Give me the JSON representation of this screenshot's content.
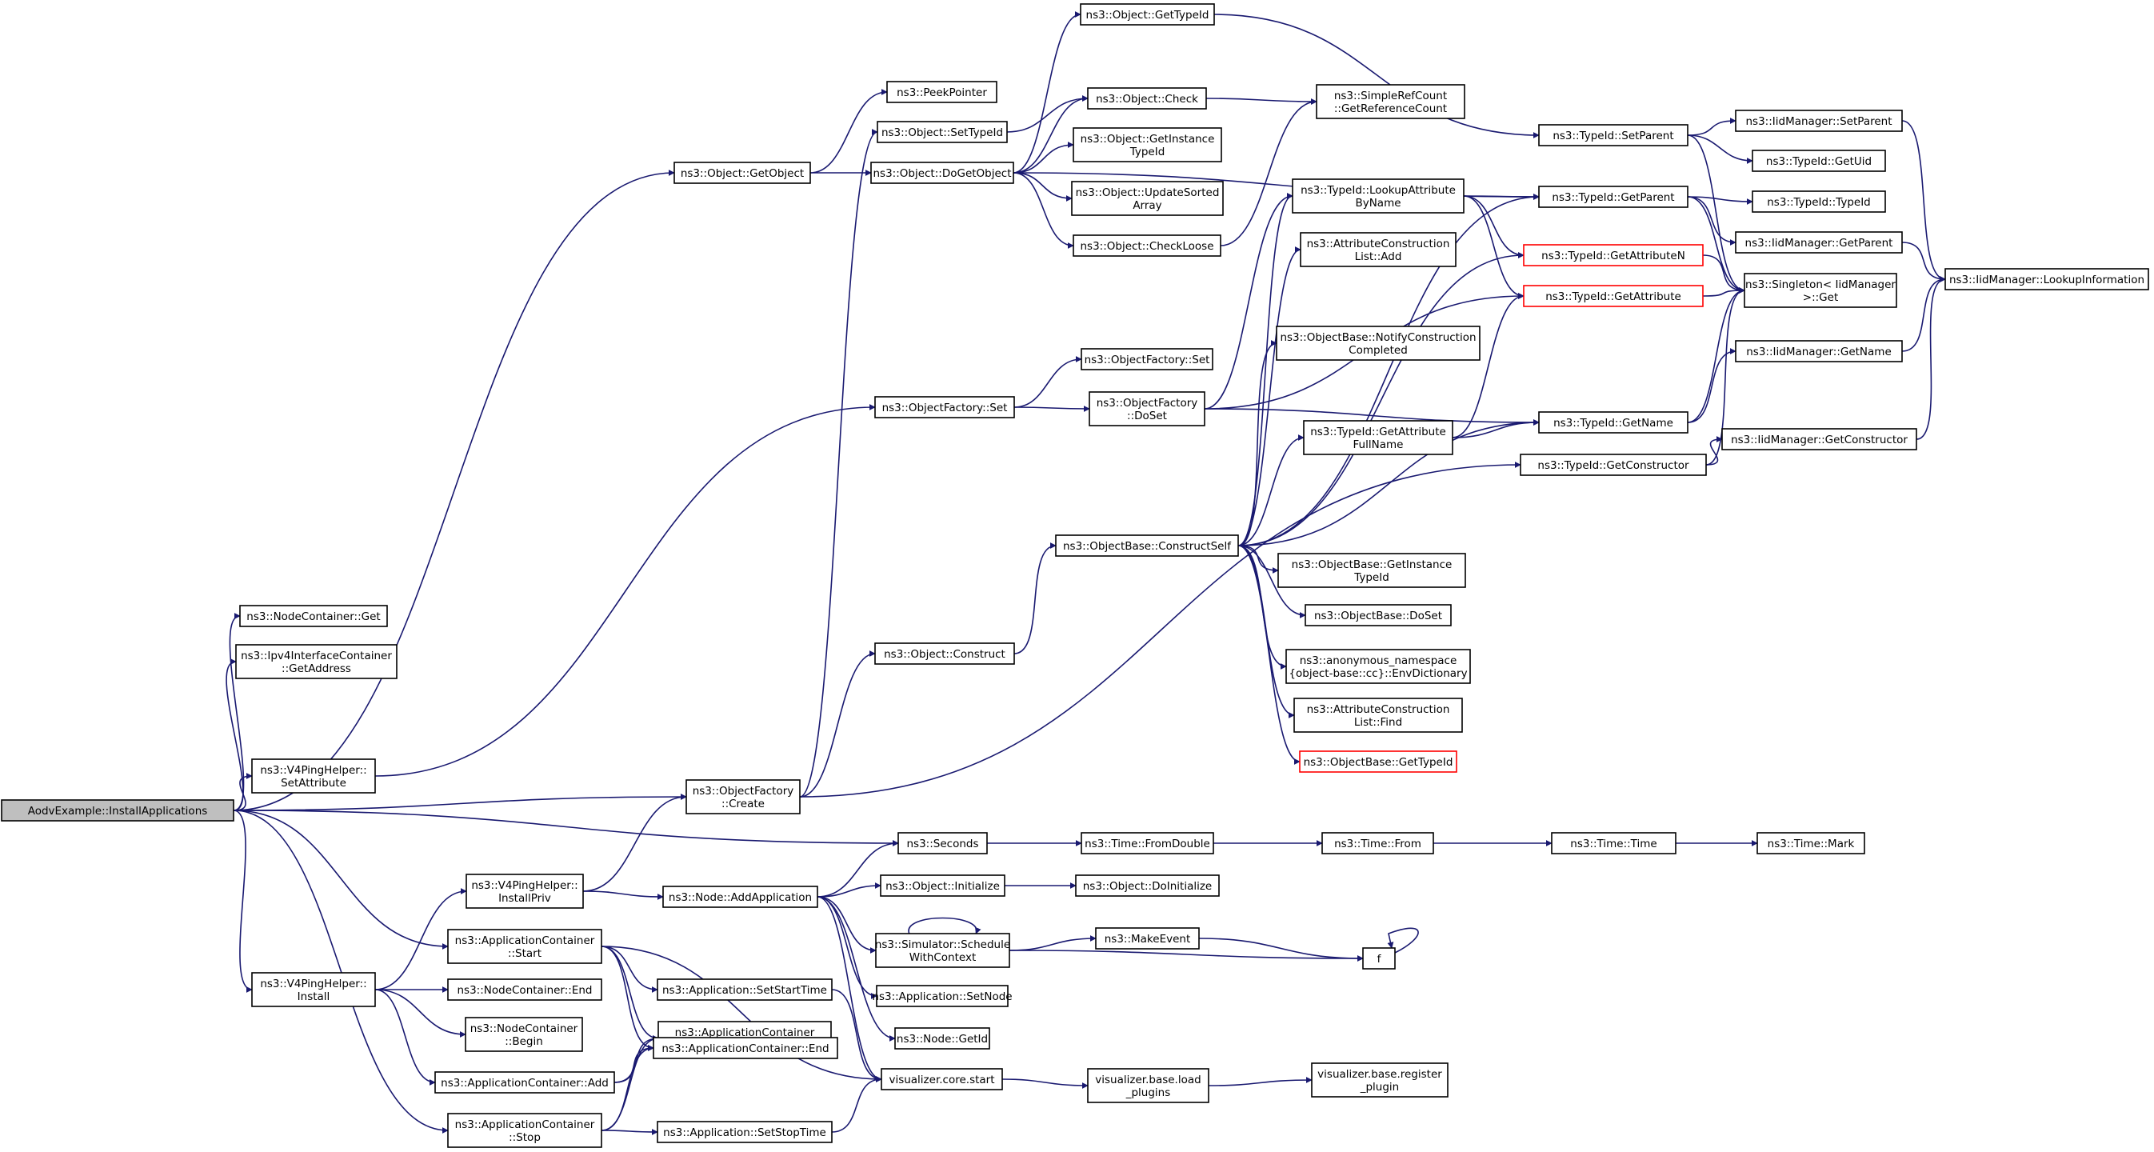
{
  "graph": {
    "edge_color": "#191970",
    "root_fill": "#bfbfbf",
    "truncated_border_color": "#ff0000",
    "nodes": [
      {
        "id": "root",
        "lines": [
          "AodvExample::InstallApplications"
        ],
        "root": true
      },
      {
        "id": "nc_get",
        "lines": [
          "ns3::NodeContainer::Get"
        ]
      },
      {
        "id": "ipv4_getaddr",
        "lines": [
          "ns3::Ipv4InterfaceContainer",
          "::GetAddress"
        ]
      },
      {
        "id": "v4_setattr",
        "lines": [
          "ns3::V4PingHelper::",
          "SetAttribute"
        ]
      },
      {
        "id": "v4_installpriv",
        "lines": [
          "ns3::V4PingHelper::",
          "InstallPriv"
        ]
      },
      {
        "id": "appc_start",
        "lines": [
          "ns3::ApplicationContainer",
          "::Start"
        ]
      },
      {
        "id": "v4_install",
        "lines": [
          "ns3::V4PingHelper::",
          "Install"
        ]
      },
      {
        "id": "nc_end",
        "lines": [
          "ns3::NodeContainer::End"
        ]
      },
      {
        "id": "nc_begin",
        "lines": [
          "ns3::NodeContainer",
          "::Begin"
        ]
      },
      {
        "id": "appc_add",
        "lines": [
          "ns3::ApplicationContainer::Add"
        ]
      },
      {
        "id": "appc_stop",
        "lines": [
          "ns3::ApplicationContainer",
          "::Stop"
        ]
      },
      {
        "id": "obj_getobject",
        "lines": [
          "ns3::Object::GetObject"
        ]
      },
      {
        "id": "peekpointer",
        "lines": [
          "ns3::PeekPointer"
        ]
      },
      {
        "id": "obj_settypeid",
        "lines": [
          "ns3::Object::SetTypeId"
        ]
      },
      {
        "id": "obj_dogetobject",
        "lines": [
          "ns3::Object::DoGetObject"
        ]
      },
      {
        "id": "of_set",
        "lines": [
          "ns3::ObjectFactory::Set"
        ]
      },
      {
        "id": "obj_construct",
        "lines": [
          "ns3::Object::Construct"
        ]
      },
      {
        "id": "of_create",
        "lines": [
          "ns3::ObjectFactory",
          "::Create"
        ]
      },
      {
        "id": "node_addapp",
        "lines": [
          "ns3::Node::AddApplication"
        ]
      },
      {
        "id": "app_setstarttime",
        "lines": [
          "ns3::Application::SetStartTime"
        ]
      },
      {
        "id": "appc_begin",
        "lines": [
          "ns3::ApplicationContainer",
          "::Begin"
        ]
      },
      {
        "id": "appc_end",
        "lines": [
          "ns3::ApplicationContainer::End"
        ]
      },
      {
        "id": "app_setstoptime",
        "lines": [
          "ns3::Application::SetStopTime"
        ]
      },
      {
        "id": "seconds",
        "lines": [
          "ns3::Seconds"
        ]
      },
      {
        "id": "obj_initialize",
        "lines": [
          "ns3::Object::Initialize"
        ]
      },
      {
        "id": "sim_schedulewc",
        "lines": [
          "ns3::Simulator::Schedule",
          "WithContext"
        ]
      },
      {
        "id": "app_setnode",
        "lines": [
          "ns3::Application::SetNode"
        ]
      },
      {
        "id": "node_getid",
        "lines": [
          "ns3::Node::GetId"
        ]
      },
      {
        "id": "vis_start",
        "lines": [
          "visualizer.core.start"
        ]
      },
      {
        "id": "obj_gettypeid",
        "lines": [
          "ns3::Object::GetTypeId"
        ]
      },
      {
        "id": "obj_check",
        "lines": [
          "ns3::Object::Check"
        ]
      },
      {
        "id": "obj_getinstancetypeid",
        "lines": [
          "ns3::Object::GetInstance",
          "TypeId"
        ]
      },
      {
        "id": "obj_updatesorted",
        "lines": [
          "ns3::Object::UpdateSorted",
          "Array"
        ]
      },
      {
        "id": "obj_checkloose",
        "lines": [
          "ns3::Object::CheckLoose"
        ]
      },
      {
        "id": "of_set2",
        "lines": [
          "ns3::ObjectFactory::Set"
        ]
      },
      {
        "id": "of_doset",
        "lines": [
          "ns3::ObjectFactory",
          "::DoSet"
        ]
      },
      {
        "id": "ob_constructself",
        "lines": [
          "ns3::ObjectBase::ConstructSelf"
        ]
      },
      {
        "id": "time_fromdouble",
        "lines": [
          "ns3::Time::FromDouble"
        ]
      },
      {
        "id": "obj_doinitialize",
        "lines": [
          "ns3::Object::DoInitialize"
        ]
      },
      {
        "id": "makeevent",
        "lines": [
          "ns3::MakeEvent"
        ]
      },
      {
        "id": "vis_loadplugins",
        "lines": [
          "visualizer.base.load",
          "_plugins"
        ]
      },
      {
        "id": "src_getrefcount",
        "lines": [
          "ns3::SimpleRefCount",
          "::GetReferenceCount"
        ]
      },
      {
        "id": "tid_lookupattr",
        "lines": [
          "ns3::TypeId::LookupAttribute",
          "ByName"
        ]
      },
      {
        "id": "acl_add",
        "lines": [
          "ns3::AttributeConstruction",
          "List::Add"
        ]
      },
      {
        "id": "ob_notifycc",
        "lines": [
          "ns3::ObjectBase::NotifyConstruction",
          "Completed"
        ]
      },
      {
        "id": "tid_getattrfullname",
        "lines": [
          "ns3::TypeId::GetAttribute",
          "FullName"
        ]
      },
      {
        "id": "ob_getinstancetypeid",
        "lines": [
          "ns3::ObjectBase::GetInstance",
          "TypeId"
        ]
      },
      {
        "id": "ob_doset",
        "lines": [
          "ns3::ObjectBase::DoSet"
        ]
      },
      {
        "id": "anon_envdict",
        "lines": [
          "ns3::anonymous_namespace",
          "{object-base::cc}::EnvDictionary"
        ]
      },
      {
        "id": "acl_find",
        "lines": [
          "ns3::AttributeConstruction",
          "List::Find"
        ]
      },
      {
        "id": "ob_gettypeid",
        "lines": [
          "ns3::ObjectBase::GetTypeId"
        ],
        "truncated": true
      },
      {
        "id": "time_from",
        "lines": [
          "ns3::Time::From"
        ]
      },
      {
        "id": "f",
        "lines": [
          "f"
        ]
      },
      {
        "id": "vis_registerplugin",
        "lines": [
          "visualizer.base.register",
          "_plugin"
        ]
      },
      {
        "id": "tid_setparent",
        "lines": [
          "ns3::TypeId::SetParent"
        ]
      },
      {
        "id": "tid_getparent",
        "lines": [
          "ns3::TypeId::GetParent"
        ]
      },
      {
        "id": "tid_getattributen",
        "lines": [
          "ns3::TypeId::GetAttributeN"
        ],
        "truncated": true
      },
      {
        "id": "tid_getattribute",
        "lines": [
          "ns3::TypeId::GetAttribute"
        ],
        "truncated": true
      },
      {
        "id": "tid_getname",
        "lines": [
          "ns3::TypeId::GetName"
        ]
      },
      {
        "id": "tid_getconstructor",
        "lines": [
          "ns3::TypeId::GetConstructor"
        ]
      },
      {
        "id": "time_time",
        "lines": [
          "ns3::Time::Time"
        ]
      },
      {
        "id": "iid_setparent",
        "lines": [
          "ns3::IidManager::SetParent"
        ]
      },
      {
        "id": "tid_getuid",
        "lines": [
          "ns3::TypeId::GetUid"
        ]
      },
      {
        "id": "tid_typeid",
        "lines": [
          "ns3::TypeId::TypeId"
        ]
      },
      {
        "id": "iid_getparent",
        "lines": [
          "ns3::IidManager::GetParent"
        ]
      },
      {
        "id": "singleton_get",
        "lines": [
          "ns3::Singleton< IidManager",
          " >::Get"
        ]
      },
      {
        "id": "iid_getname",
        "lines": [
          "ns3::IidManager::GetName"
        ]
      },
      {
        "id": "iid_getconstructor",
        "lines": [
          "ns3::IidManager::GetConstructor"
        ]
      },
      {
        "id": "time_mark",
        "lines": [
          "ns3::Time::Mark"
        ]
      },
      {
        "id": "iid_lookupinfo",
        "lines": [
          "ns3::IidManager::LookupInformation"
        ]
      }
    ],
    "edges": [
      [
        "root",
        "nc_get"
      ],
      [
        "root",
        "ipv4_getaddr"
      ],
      [
        "root",
        "obj_getobject"
      ],
      [
        "root",
        "v4_setattr"
      ],
      [
        "root",
        "of_create"
      ],
      [
        "root",
        "seconds"
      ],
      [
        "root",
        "appc_start"
      ],
      [
        "root",
        "v4_install"
      ],
      [
        "root",
        "appc_stop"
      ],
      [
        "v4_setattr",
        "of_set"
      ],
      [
        "v4_install",
        "v4_installpriv"
      ],
      [
        "v4_install",
        "nc_end"
      ],
      [
        "v4_install",
        "nc_begin"
      ],
      [
        "v4_install",
        "appc_add"
      ],
      [
        "v4_installpriv",
        "of_create"
      ],
      [
        "v4_installpriv",
        "node_addapp"
      ],
      [
        "appc_start",
        "app_setstarttime"
      ],
      [
        "appc_start",
        "appc_begin"
      ],
      [
        "appc_start",
        "appc_end"
      ],
      [
        "appc_start",
        "vis_start"
      ],
      [
        "appc_add",
        "appc_begin"
      ],
      [
        "appc_add",
        "appc_end"
      ],
      [
        "appc_stop",
        "appc_begin"
      ],
      [
        "appc_stop",
        "appc_end"
      ],
      [
        "appc_stop",
        "app_setstoptime"
      ],
      [
        "obj_getobject",
        "peekpointer"
      ],
      [
        "obj_getobject",
        "obj_dogetobject"
      ],
      [
        "of_create",
        "obj_settypeid"
      ],
      [
        "of_create",
        "obj_construct"
      ],
      [
        "of_create",
        "tid_getconstructor"
      ],
      [
        "of_set",
        "of_set2"
      ],
      [
        "of_set",
        "of_doset"
      ],
      [
        "obj_construct",
        "ob_constructself"
      ],
      [
        "node_addapp",
        "seconds"
      ],
      [
        "node_addapp",
        "obj_initialize"
      ],
      [
        "node_addapp",
        "sim_schedulewc"
      ],
      [
        "node_addapp",
        "app_setnode"
      ],
      [
        "node_addapp",
        "node_getid"
      ],
      [
        "node_addapp",
        "vis_start"
      ],
      [
        "app_setstarttime",
        "vis_start"
      ],
      [
        "app_setstoptime",
        "vis_start"
      ],
      [
        "obj_settypeid",
        "obj_check"
      ],
      [
        "obj_dogetobject",
        "obj_gettypeid"
      ],
      [
        "obj_dogetobject",
        "obj_check"
      ],
      [
        "obj_dogetobject",
        "obj_getinstancetypeid"
      ],
      [
        "obj_dogetobject",
        "obj_updatesorted"
      ],
      [
        "obj_dogetobject",
        "obj_checkloose"
      ],
      [
        "obj_dogetobject",
        "tid_getparent"
      ],
      [
        "obj_check",
        "src_getrefcount"
      ],
      [
        "obj_checkloose",
        "src_getrefcount"
      ],
      [
        "obj_gettypeid",
        "tid_setparent"
      ],
      [
        "of_doset",
        "tid_lookupattr"
      ],
      [
        "of_doset",
        "tid_getattribute"
      ],
      [
        "of_doset",
        "tid_getname"
      ],
      [
        "ob_constructself",
        "tid_getparent"
      ],
      [
        "ob_constructself",
        "tid_lookupattr"
      ],
      [
        "ob_constructself",
        "acl_add"
      ],
      [
        "ob_constructself",
        "ob_notifycc"
      ],
      [
        "ob_constructself",
        "tid_getattributen"
      ],
      [
        "ob_constructself",
        "tid_getattrfullname"
      ],
      [
        "ob_constructself",
        "tid_getname"
      ],
      [
        "ob_constructself",
        "ob_getinstancetypeid"
      ],
      [
        "ob_constructself",
        "ob_doset"
      ],
      [
        "ob_constructself",
        "anon_envdict"
      ],
      [
        "ob_constructself",
        "acl_find"
      ],
      [
        "ob_constructself",
        "ob_gettypeid"
      ],
      [
        "seconds",
        "time_fromdouble"
      ],
      [
        "time_fromdouble",
        "time_from"
      ],
      [
        "time_from",
        "time_time"
      ],
      [
        "time_time",
        "time_mark"
      ],
      [
        "obj_initialize",
        "obj_doinitialize"
      ],
      [
        "sim_schedulewc",
        "makeevent"
      ],
      [
        "sim_schedulewc",
        "f"
      ],
      [
        "sim_schedulewc",
        "sim_schedulewc"
      ],
      [
        "makeevent",
        "f"
      ],
      [
        "f",
        "f"
      ],
      [
        "vis_start",
        "vis_loadplugins"
      ],
      [
        "vis_loadplugins",
        "vis_registerplugin"
      ],
      [
        "tid_lookupattr",
        "tid_getparent"
      ],
      [
        "tid_lookupattr",
        "tid_getattributen"
      ],
      [
        "tid_lookupattr",
        "tid_getattribute"
      ],
      [
        "tid_getattrfullname",
        "tid_getattribute"
      ],
      [
        "tid_getattrfullname",
        "tid_getname"
      ],
      [
        "tid_setparent",
        "iid_setparent"
      ],
      [
        "tid_setparent",
        "tid_getuid"
      ],
      [
        "tid_setparent",
        "singleton_get"
      ],
      [
        "tid_getparent",
        "tid_typeid"
      ],
      [
        "tid_getparent",
        "iid_getparent"
      ],
      [
        "tid_getparent",
        "singleton_get"
      ],
      [
        "tid_getattributen",
        "singleton_get"
      ],
      [
        "tid_getattribute",
        "singleton_get"
      ],
      [
        "tid_getname",
        "singleton_get"
      ],
      [
        "tid_getname",
        "iid_getname"
      ],
      [
        "tid_getconstructor",
        "singleton_get"
      ],
      [
        "tid_getconstructor",
        "iid_getconstructor"
      ],
      [
        "iid_setparent",
        "iid_lookupinfo"
      ],
      [
        "iid_getparent",
        "iid_lookupinfo"
      ],
      [
        "iid_getname",
        "iid_lookupinfo"
      ],
      [
        "iid_getconstructor",
        "iid_lookupinfo"
      ]
    ]
  }
}
